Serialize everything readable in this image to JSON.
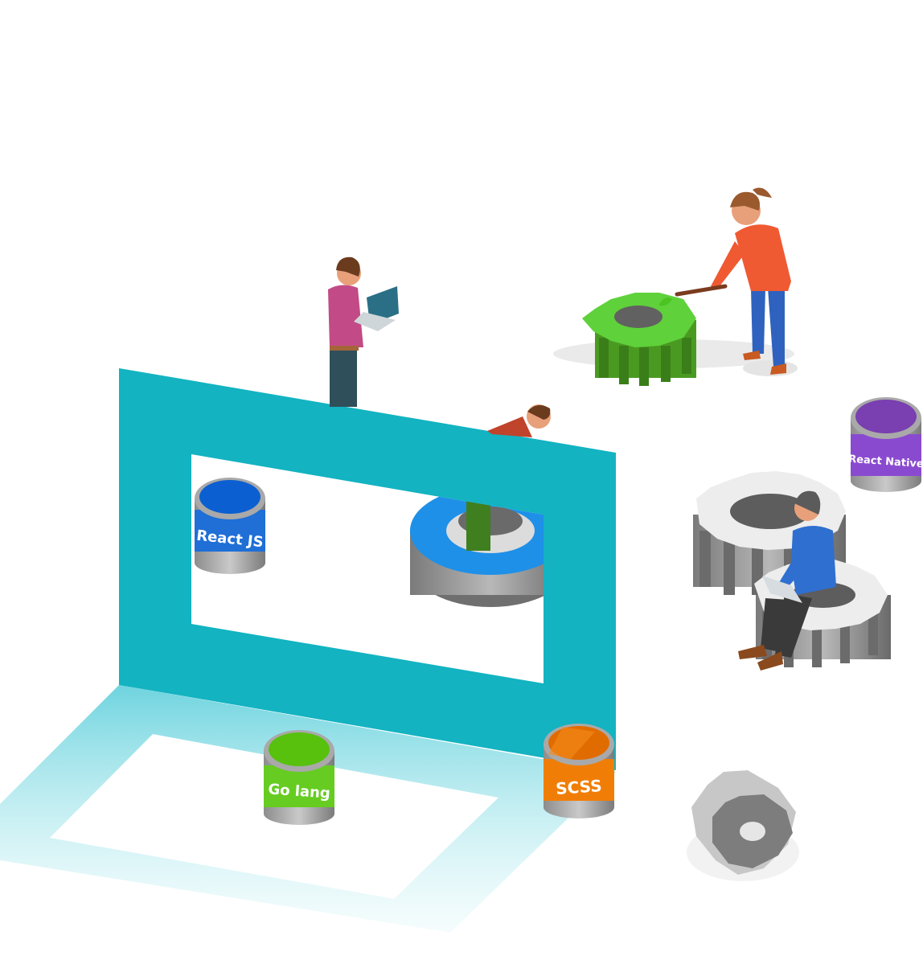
{
  "cans": {
    "react_js": {
      "label": "React JS",
      "color": "#1f6fd6",
      "top_color": "#0b5fd1"
    },
    "go_lang": {
      "label": "Go lang",
      "color": "#66cc22",
      "top_color": "#57c10d"
    },
    "scss": {
      "label": "SCSS",
      "color": "#f07e06",
      "top_color": "#e06c00"
    },
    "react_native": {
      "label": "React Native",
      "color": "#8a4ad0",
      "top_color": "#7a3fb0"
    }
  },
  "colors": {
    "frame": "#13b3c1",
    "gear_green": "#5fd13a",
    "gear_blue": "#1e90e8",
    "gear_grey": "#8c8c8c"
  }
}
